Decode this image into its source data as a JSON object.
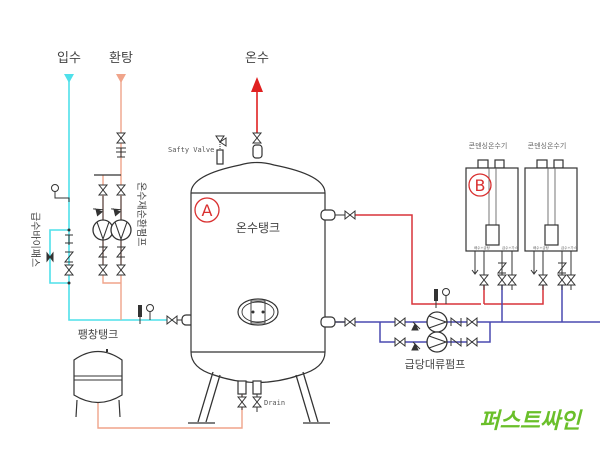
{
  "diagram": {
    "title": "Hot water storage tank piping schematic",
    "colors": {
      "cold_water": "#4fe0ea",
      "return": "#f0a48a",
      "hot": "#d9343a",
      "hot_arrow": "#e02020",
      "circulation": "#4a4ab0",
      "equipment": "#333333",
      "marker": "#d93030",
      "brand": "#6abf2a"
    },
    "inlets": {
      "cold_water": "입수",
      "return_water": "환탕",
      "hot_water_out": "온수"
    },
    "labels": {
      "safety_valve": "Safty Valve",
      "recirc_pump": "온수재순환펌프",
      "bypass": "급수바이패스",
      "expansion_tank": "팽창탱크",
      "hot_water_tank": "온수탱크",
      "hot_water_pump": "급당대류펌프",
      "drain": "Drain",
      "heater_1": "콘덴싱온수기",
      "heater_2": "콘덴싱온수기",
      "heater_port_left": "배수+급탕",
      "heater_port_right": "급수+가스"
    },
    "markers": {
      "tank": "A",
      "heater": "B"
    },
    "brand": "퍼스트싸인"
  }
}
